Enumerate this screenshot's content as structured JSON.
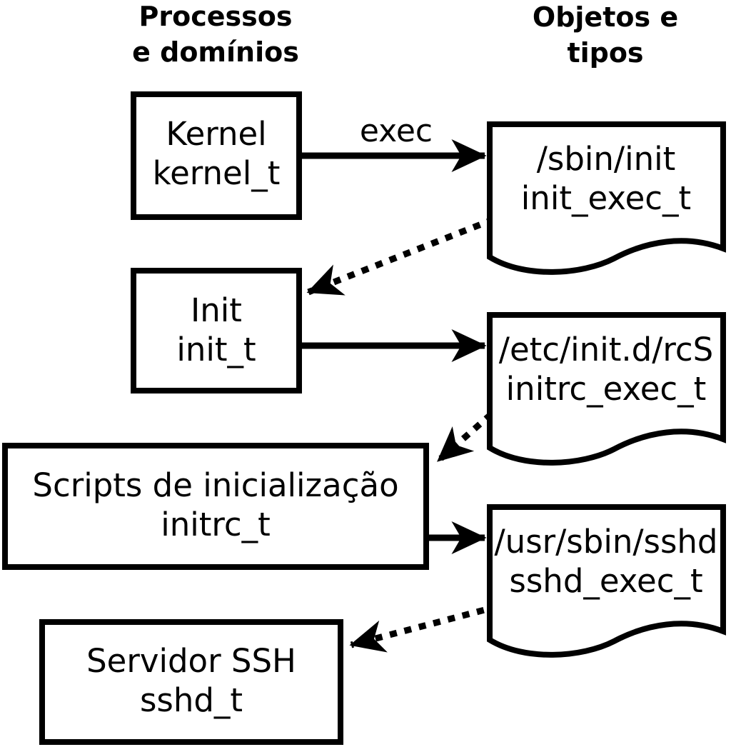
{
  "columns": {
    "left": {
      "line1": "Processos",
      "line2": "e domínios"
    },
    "right": {
      "line1": "Objetos e",
      "line2": "tipos"
    }
  },
  "processes": [
    {
      "name": "Kernel",
      "domain": "kernel_t"
    },
    {
      "name": "Init",
      "domain": "init_t"
    },
    {
      "name": "Scripts de inicialização",
      "domain": "initrc_t"
    },
    {
      "name": "Servidor SSH",
      "domain": "sshd_t"
    }
  ],
  "objects": [
    {
      "path": "/sbin/init",
      "type": "init_exec_t"
    },
    {
      "path": "/etc/init.d/rcS",
      "type": "initrc_exec_t"
    },
    {
      "path": "/usr/sbin/sshd",
      "type": "sshd_exec_t"
    }
  ],
  "labels": {
    "exec": "exec"
  },
  "colors": {
    "stroke": "#000000",
    "background": "#ffffff"
  }
}
